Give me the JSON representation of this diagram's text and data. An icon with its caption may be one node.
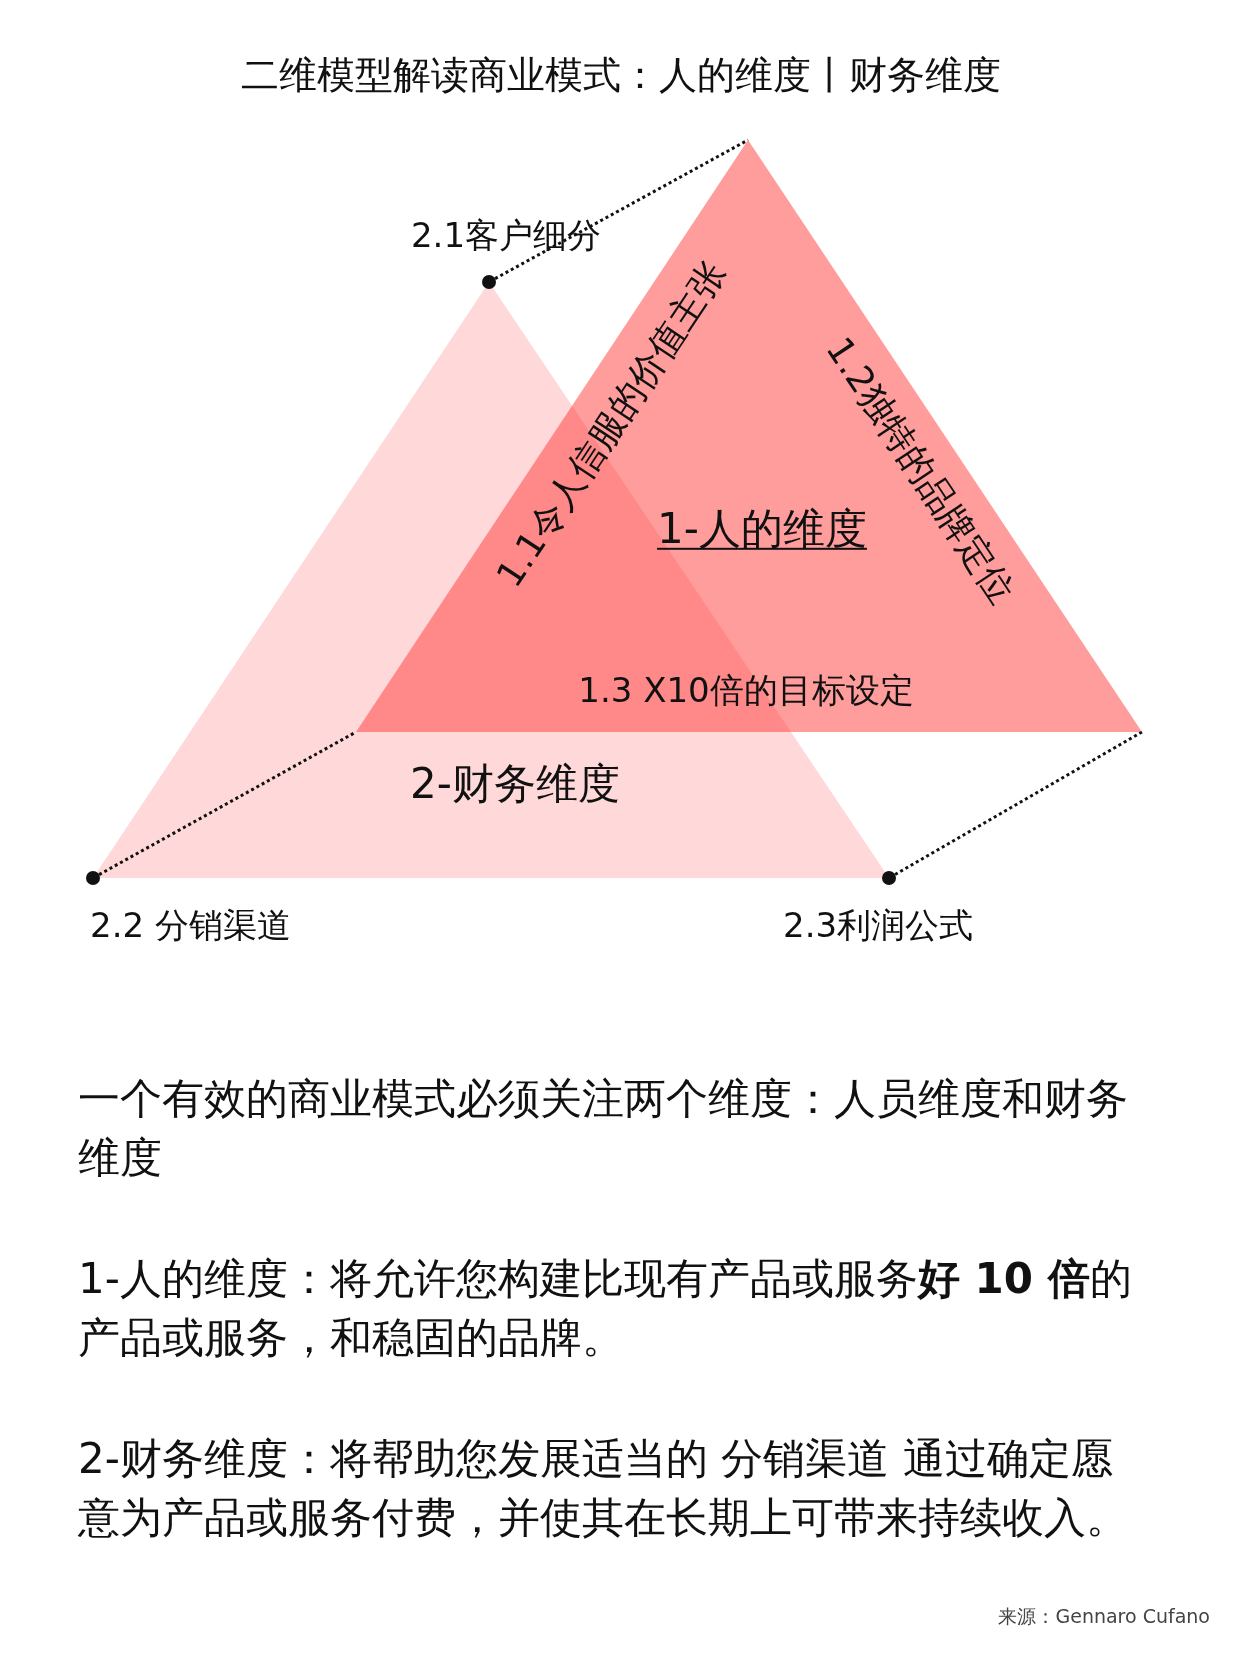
{
  "diagram": {
    "title": "二维模型解读商业模式：人的维度丨财务维度",
    "nodes": [
      {
        "text": [
          "1-人的维度",
          "1.1令人信服的价值主张",
          "1.2独特的品牌定位",
          "1.3 X10倍的目标设定"
        ]
      },
      {
        "text": [
          "2-财务维度"
        ]
      },
      {
        "text": [],
        "shape": "circle",
        "in": 1
      },
      {
        "text": [],
        "shape": "circle",
        "in": 1
      },
      {
        "text": [],
        "shape": "circle",
        "in": 1
      }
    ],
    "edges": [
      {
        "from": 2,
        "to": 0,
        "arrow": "none",
        "style": "dashed"
      },
      {
        "from": 3,
        "to": 0,
        "arrow": "none",
        "style": "dashed"
      },
      {
        "from": 4,
        "to": 0,
        "arrow": "none",
        "style": "dashed"
      }
    ],
    "labels": [
      "2.1客户细分",
      "2.2 分销渠道",
      "2.3利润公式",
      "一个有效的商业模式必须关注两个维度：人员维度和财务维度",
      "1-人的维度：将允许您构建比现有产品或服务**好 10 倍**的产品或服务，和稳固的品牌。",
      "2-财务维度：将帮助您发展适当的 分销渠道 通过确定愿意为产品或服务付费，并使其在长期上可带来持续收入。",
      "来源：Gennaro Cufano"
    ]
  }
}
